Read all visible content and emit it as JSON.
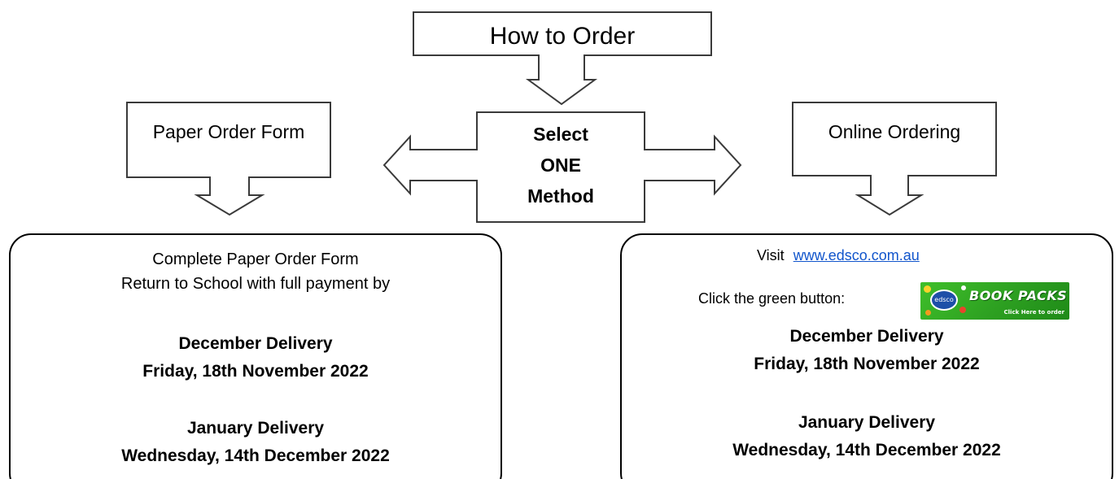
{
  "title": "How to Order",
  "center": {
    "line1": "Select",
    "line2": "ONE",
    "line3": "Method"
  },
  "left_method": {
    "label": "Paper Order Form",
    "line1": "Complete Paper Order Form",
    "line2": "Return to School with full payment by",
    "december_heading": "December Delivery",
    "december_date": "Friday, 18th  November 2022",
    "january_heading": "January Delivery",
    "january_date": "Wednesday, 14th  December 2022"
  },
  "right_method": {
    "label": "Online Ordering",
    "visit_text": "Visit",
    "link_text": "www.edsco.com.au",
    "click_text": "Click the green button:",
    "banner_logo": "edsco",
    "banner_title": "BOOK PACKS",
    "banner_subtitle": "Click Here to order",
    "december_heading": "December Delivery",
    "december_date": "Friday, 18th  November 2022",
    "january_heading": "January Delivery",
    "january_date": "Wednesday, 14th  December 2022"
  },
  "colors": {
    "stroke": "#3a3a3a",
    "link": "#1155cc",
    "banner_green": "#2da021"
  }
}
